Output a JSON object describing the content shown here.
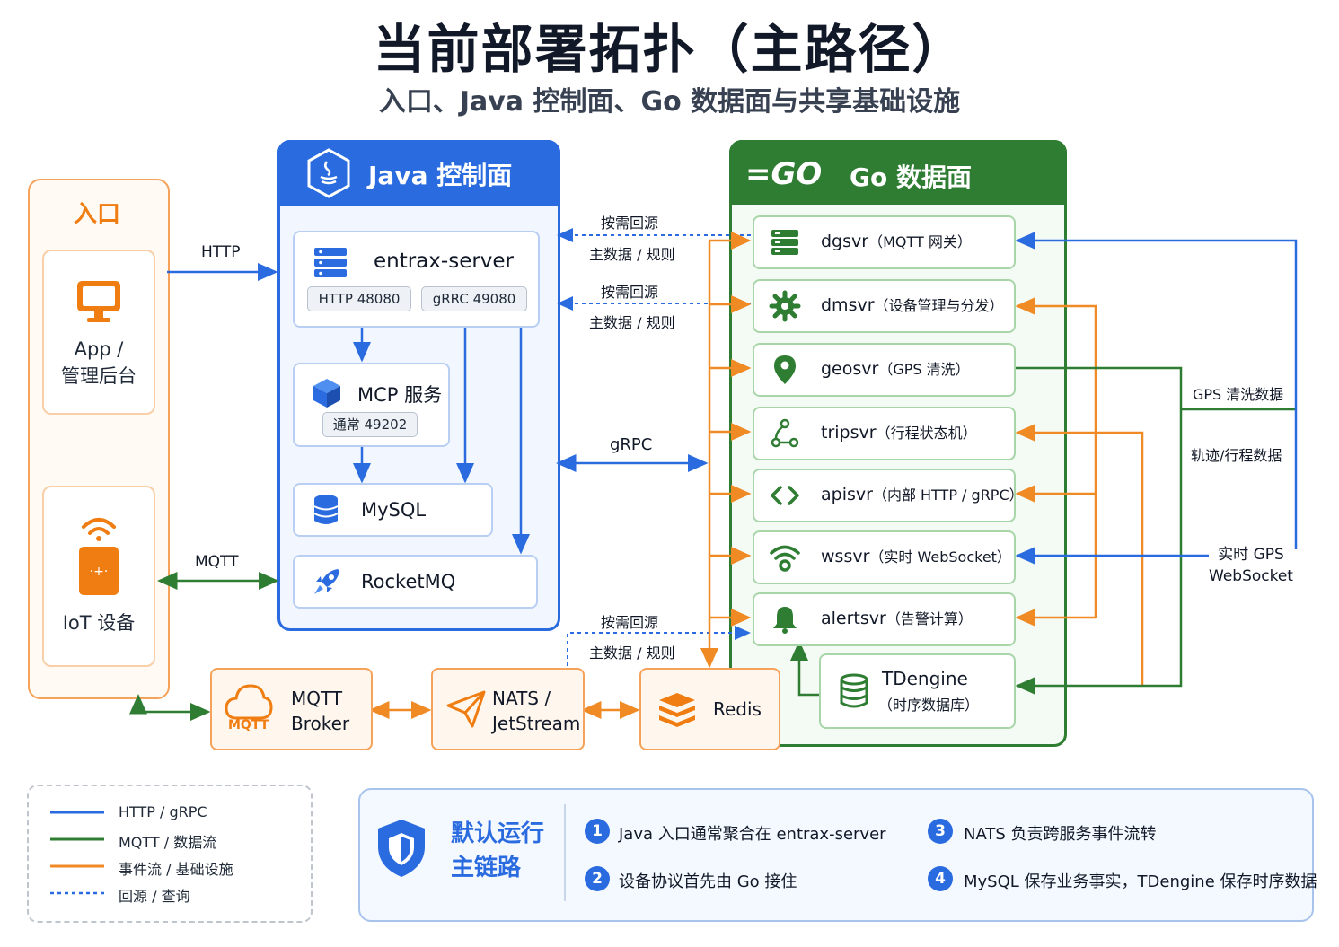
{
  "title": "当前部署拓扑（主路径）",
  "subtitle": "入口、Java 控制面、Go 数据面与共享基础设施",
  "entry": {
    "title": "入口",
    "app_label_1": "App /",
    "app_label_2": "管理后台",
    "iot_label": "IoT 设备"
  },
  "java": {
    "title": "Java 控制面",
    "server": {
      "name": "entrax-server",
      "port_http": "HTTP  48080",
      "port_grpc": "gRRC  49080"
    },
    "mcp": {
      "name": "MCP 服务",
      "port": "通常  49202"
    },
    "mysql": "MySQL",
    "rocketmq": "RocketMQ"
  },
  "go": {
    "logo": "=GO",
    "title": "Go 数据面",
    "services": [
      {
        "name": "dgsvr",
        "desc": "（MQTT 网关）",
        "icon": "server-icon"
      },
      {
        "name": "dmsvr",
        "desc": "（设备管理与分发）",
        "icon": "gear-icon"
      },
      {
        "name": "geosvr",
        "desc": "（GPS 清洗）",
        "icon": "map-pin-icon"
      },
      {
        "name": "tripsvr",
        "desc": "（行程状态机）",
        "icon": "route-icon"
      },
      {
        "name": "apisvr",
        "desc": "（内部 HTTP / gRPC）",
        "icon": "code-icon"
      },
      {
        "name": "wssvr",
        "desc": "（实时 WebSocket）",
        "icon": "wifi-icon"
      },
      {
        "name": "alertsvr",
        "desc": "（告警计算）",
        "icon": "bell-icon"
      }
    ],
    "tdengine": {
      "name": "TDengine",
      "desc": "（时序数据库）"
    }
  },
  "infra": {
    "mqtt_broker_1": "MQTT",
    "mqtt_broker_2": "Broker",
    "mqtt_logo": "MQTT",
    "nats_1": "NATS /",
    "nats_2": "JetStream",
    "redis": "Redis"
  },
  "edges": {
    "http": "HTTP",
    "mqtt": "MQTT",
    "grpc": "gRPC",
    "backsource": "按需回源",
    "master_rules": "主数据 / 规则",
    "gps_clean": "GPS 清洗数据",
    "trajectory": "轨迹/行程数据",
    "realtime_gps_1": "实时 GPS",
    "realtime_gps_2": "WebSocket"
  },
  "legend": [
    {
      "label": "HTTP / gRPC",
      "color": "#2a6bdf",
      "style": "solid"
    },
    {
      "label": "MQTT / 数据流",
      "color": "#2e7d32",
      "style": "solid"
    },
    {
      "label": "事件流 / 基础设施",
      "color": "#f08a24",
      "style": "solid"
    },
    {
      "label": "回源 / 查询",
      "color": "#2a6bdf",
      "style": "dotted"
    }
  ],
  "default_path": {
    "title_1": "默认运行",
    "title_2": "主链路",
    "notes": [
      {
        "num": "1",
        "text": "Java 入口通常聚合在 entrax-server"
      },
      {
        "num": "2",
        "text": "设备协议首先由 Go 接住"
      },
      {
        "num": "3",
        "text": "NATS 负责跨服务事件流转"
      },
      {
        "num": "4",
        "text": "MySQL 保存业务事实，TDengine 保存时序数据"
      }
    ]
  },
  "colors": {
    "java_blue": "#2a6bdf",
    "go_green": "#2e7d32",
    "orange": "#f08a24"
  }
}
